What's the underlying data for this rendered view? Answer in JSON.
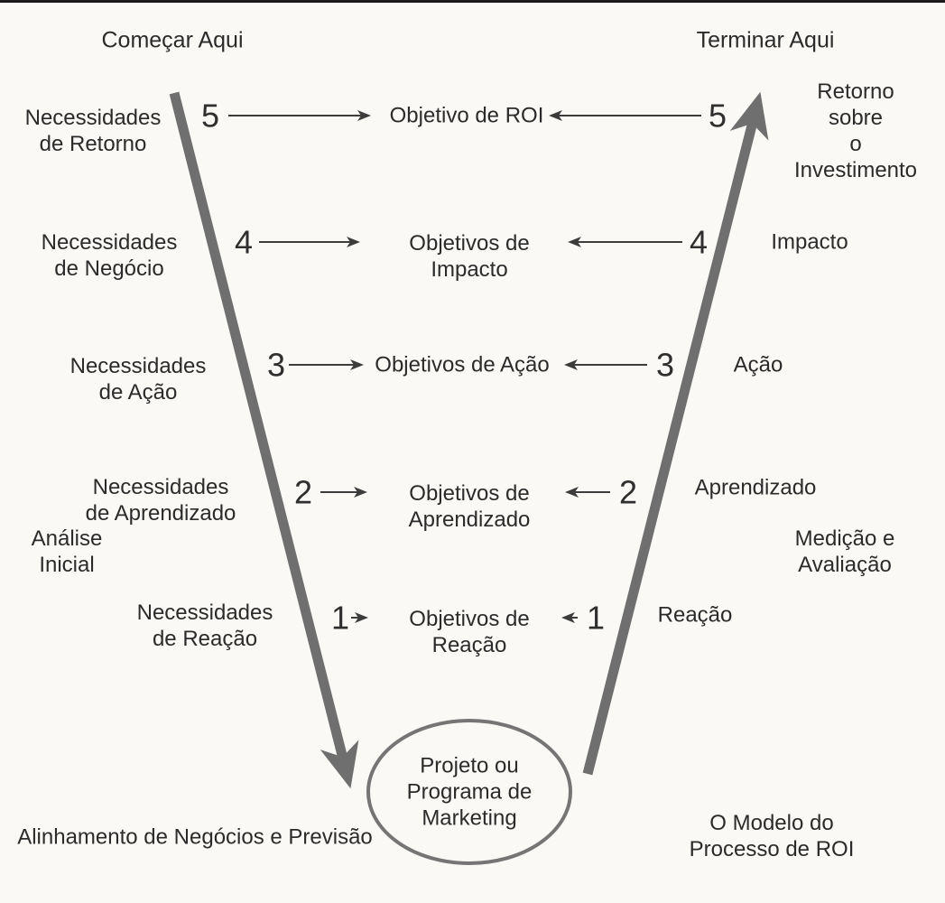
{
  "headers": {
    "start": "Começar Aqui",
    "end": "Terminar Aqui"
  },
  "levels": [
    {
      "number": "5",
      "left_need": "Necessidades\nde Retorno",
      "objective": "Objetivo de ROI",
      "right_result": "Retorno sobre\no Investimento"
    },
    {
      "number": "4",
      "left_need": "Necessidades\nde Negócio",
      "objective": "Objetivos de\nImpacto",
      "right_result": "Impacto"
    },
    {
      "number": "3",
      "left_need": "Necessidades\nde Ação",
      "objective": "Objetivos de Ação",
      "right_result": "Ação"
    },
    {
      "number": "2",
      "left_need": "Necessidades\nde Aprendizado",
      "objective": "Objetivos de\nAprendizado",
      "right_result": "Aprendizado"
    },
    {
      "number": "1",
      "left_need": "Necessidades\nde Reação",
      "objective": "Objetivos de\nReação",
      "right_result": "Reação"
    }
  ],
  "side_notes": {
    "left": "Análise\nInicial",
    "right": "Medição e\nAvaliação"
  },
  "ellipse_label": "Projeto ou\nPrograma de\nMarketing",
  "captions": {
    "bottom_left": "Alinhamento de Negócios e Previsão",
    "bottom_right": "O Modelo do Processo de ROI"
  },
  "colors": {
    "background": "#faf9f6",
    "big_arrow": "#6f6f6f",
    "thin_arrow": "#3c3c3c",
    "text": "#2b2b2b",
    "ellipse_stroke": "#757575"
  }
}
